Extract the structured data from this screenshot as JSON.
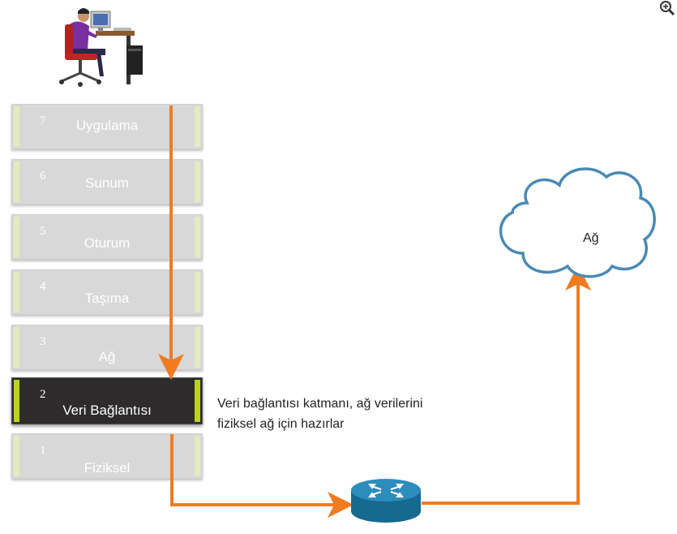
{
  "layers": [
    {
      "num": "7",
      "name": "Uygulama"
    },
    {
      "num": "6",
      "name": "Sunum"
    },
    {
      "num": "5",
      "name": "Oturum"
    },
    {
      "num": "4",
      "name": "Taşıma"
    },
    {
      "num": "3",
      "name": "Ağ"
    },
    {
      "num": "2",
      "name": "Veri Bağlantısı"
    },
    {
      "num": "1",
      "name": "Fiziksel"
    }
  ],
  "active_layer": "2",
  "description": {
    "line1": "Veri bağlantısı katmanı, ağ verilerini",
    "line2": "fiziksel ağ için hazırlar"
  },
  "cloud_label": "Ağ",
  "icons": [
    "computer-user-icon",
    "router-icon",
    "cloud-icon",
    "zoom-in-icon"
  ],
  "colors": {
    "arrow": "#f07b21",
    "layer_fill": "#d8d8d8",
    "layer_active_fill": "#2d2b2b",
    "layer_strip": "#e2ecbd",
    "layer_active_strip": "#bcd21b",
    "router": "#1e7aa4",
    "cloud_outline": "#4a8ab5"
  }
}
